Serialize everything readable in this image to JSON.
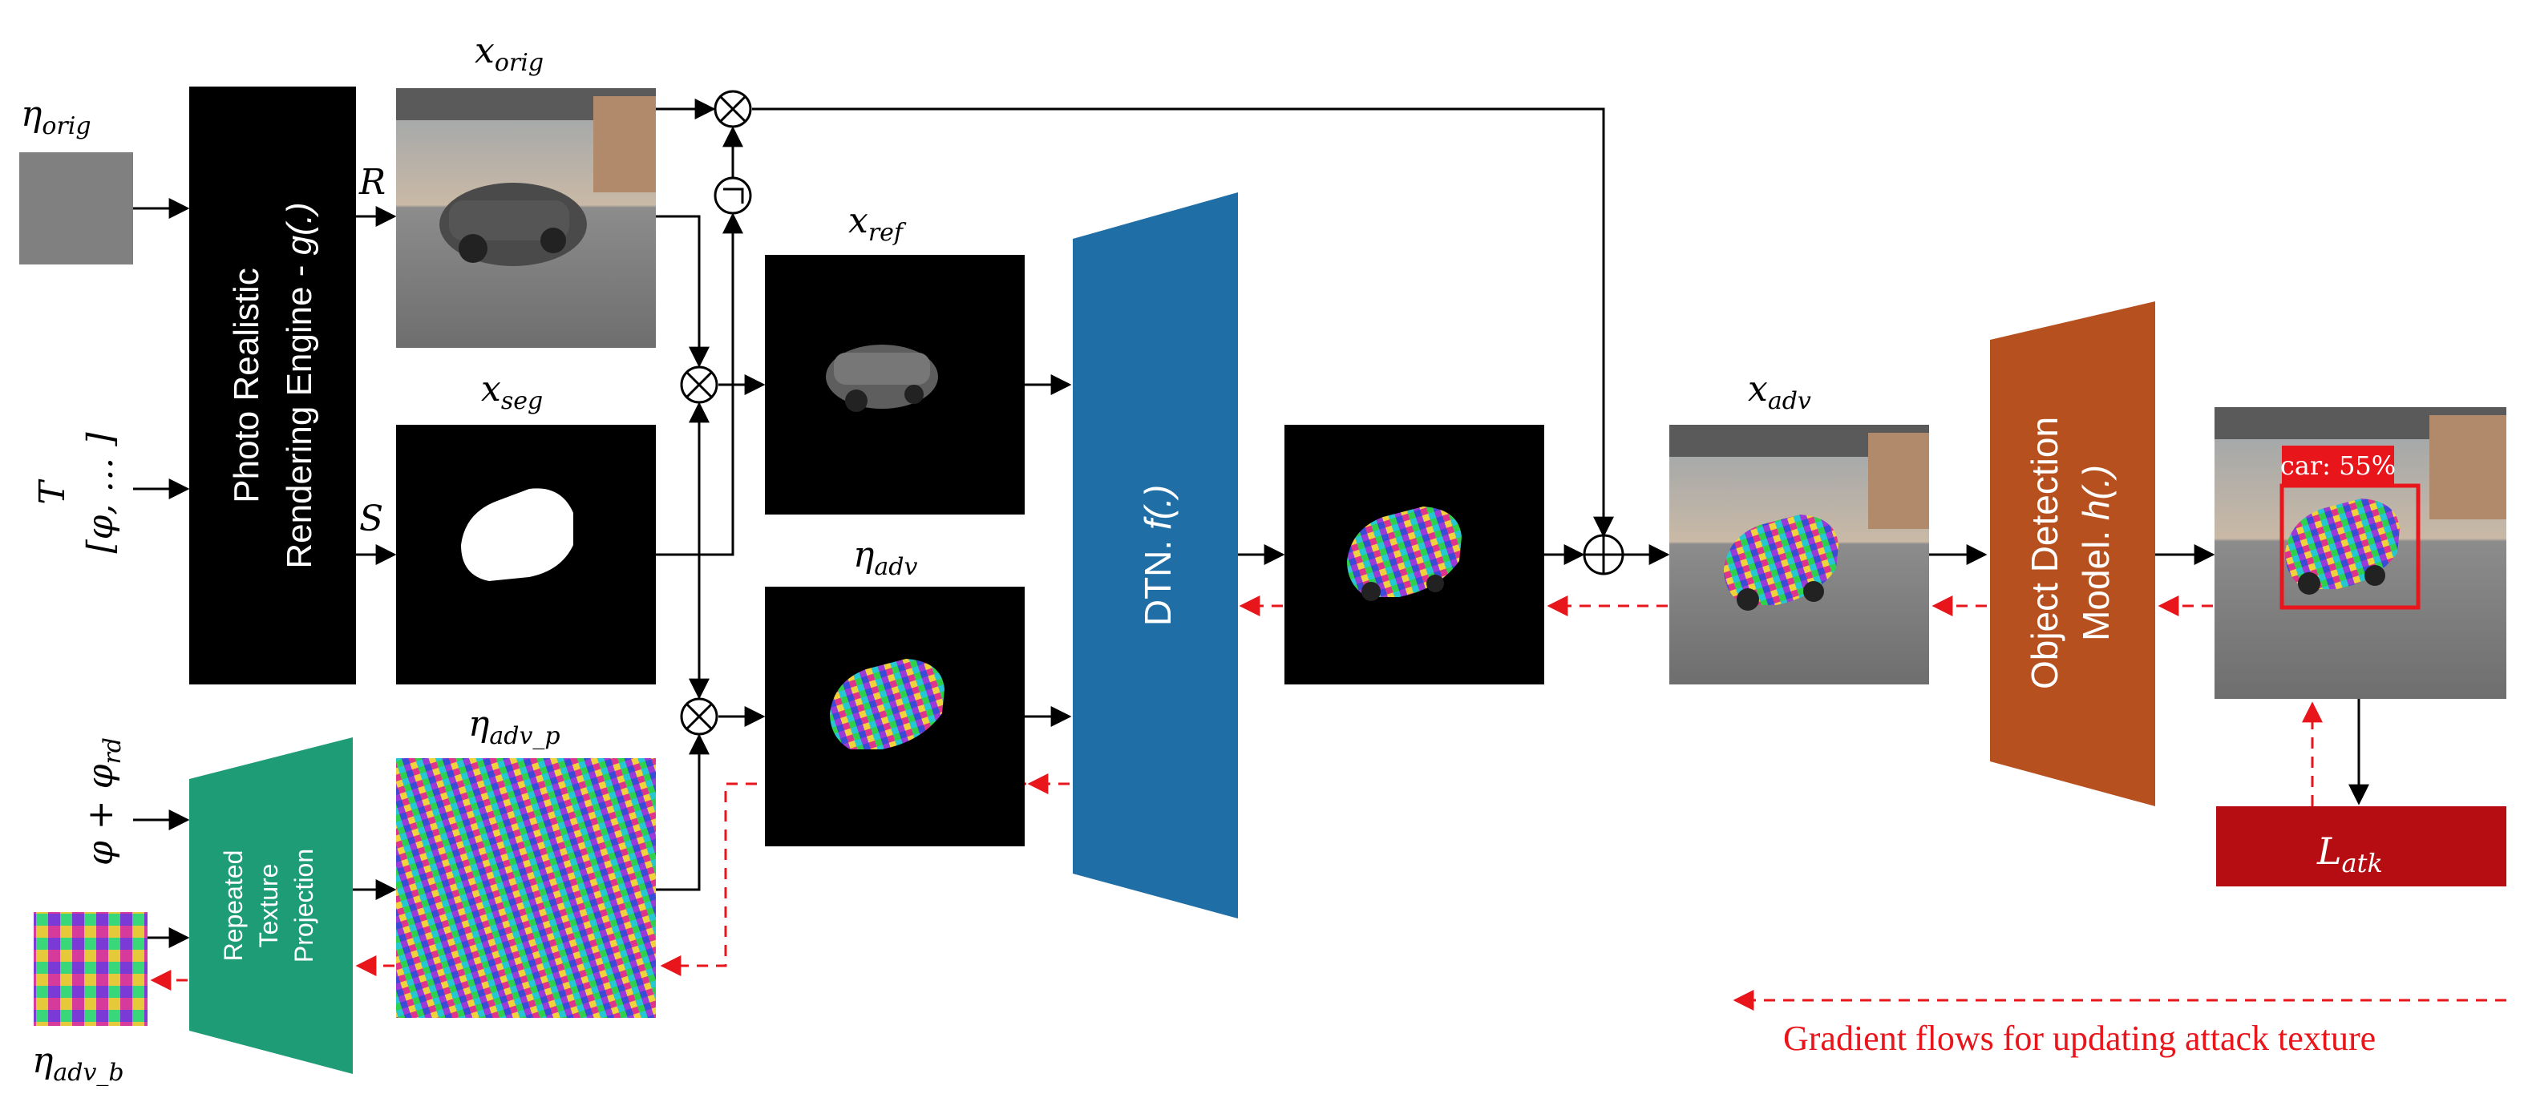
{
  "labels": {
    "eta_orig": "η",
    "eta_orig_sub": "orig",
    "T_var": "T",
    "T_params": "[φ, … ]",
    "phi_sum": "φ + φ",
    "phi_sum_sub": "rd",
    "eta_adv_b": "η",
    "eta_adv_b_sub": "adv_b",
    "x_orig": "x",
    "x_orig_sub": "orig",
    "x_seg": "x",
    "x_seg_sub": "seg",
    "eta_adv_p": "η",
    "eta_adv_p_sub": "adv_p",
    "x_ref": "x",
    "x_ref_sub": "ref",
    "eta_adv": "η",
    "eta_adv_sub": "adv",
    "x_adv": "x",
    "x_adv_sub": "adv",
    "R": "R",
    "S": "S",
    "L_atk": "L",
    "L_atk_sub": "atk"
  },
  "blocks": {
    "renderer_line1": "Photo Realistic",
    "renderer_line2": "Rendering Engine - ",
    "renderer_fn": "g(.)",
    "rtp_line1": "Repeated",
    "rtp_line2": "Texture",
    "rtp_line3": "Projection",
    "dtn": "DTN. ",
    "dtn_fn": "f(.)",
    "od_line1": "Object Detection",
    "od_line2": "Model. ",
    "od_fn": "h(.)"
  },
  "detection_label": "car: 55%",
  "legend": "Gradient flows for updating attack texture",
  "colors": {
    "renderer": "#000000",
    "rtp": "#1e9c76",
    "dtn": "#1f6ea6",
    "od": "#b7501f",
    "loss": "#b50d12",
    "gradient": "#e8151b",
    "eta_orig_fill": "#808080"
  }
}
